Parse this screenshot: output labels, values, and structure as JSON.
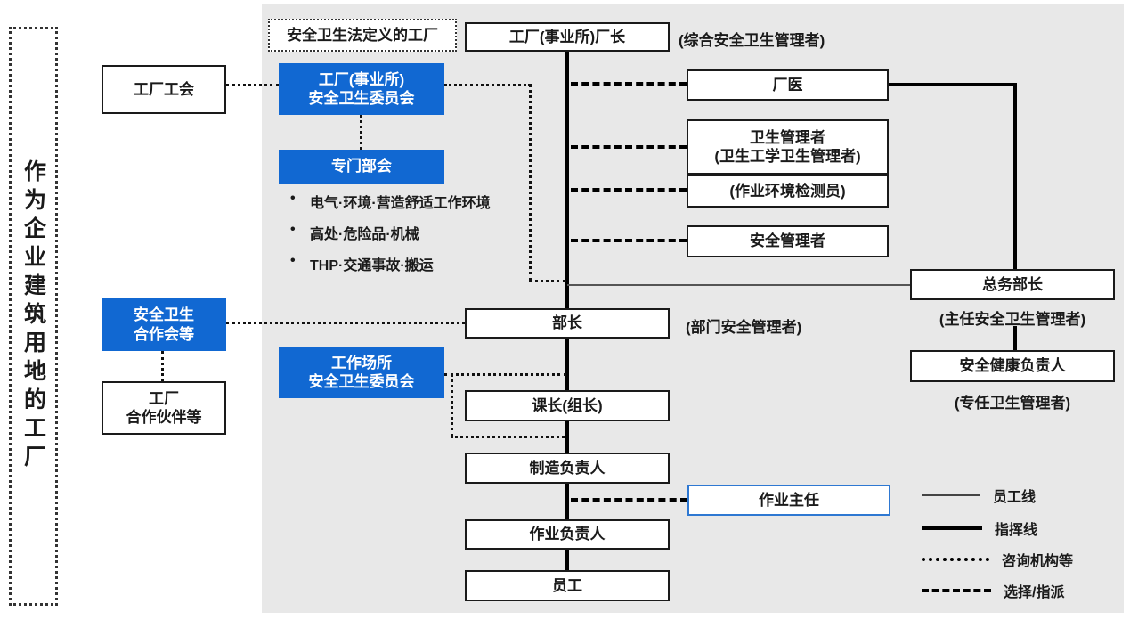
{
  "colors": {
    "panel_bg": "#e8e8e8",
    "accent_blue": "#1168d2",
    "highlight_border_blue": "#2e78d2",
    "line_black": "#000000",
    "thin_line_gray": "#555555"
  },
  "left_frame": {
    "label": "作为企业建筑用地的工厂"
  },
  "top": {
    "legal_definition": "安全卫生法定义的工厂",
    "factory_head": "工厂(事业所)厂长",
    "factory_head_note": "(综合安全卫生管理者)"
  },
  "left_column": {
    "union": "工厂工会",
    "coop_council": "安全卫生\n合作会等",
    "factory_partners": "工厂\n合作伙伴等"
  },
  "committees": {
    "plant_committee": "工厂(事业所)\n安全卫生委员会",
    "special_subcommittee": "专门部会",
    "workplace_committee": "工作场所\n安全卫生委员会",
    "subcommittee_topics": [
      "电气·环境·营造舒适工作环境",
      "高处·危险品·机械",
      "THP·交通事故·搬运"
    ]
  },
  "command_chain": {
    "dept_head": "部长",
    "dept_head_note": "(部门安全管理者)",
    "section_chief": "课长(组长)",
    "manufacturing_responsible": "制造负责人",
    "operation_responsible": "作业负责人",
    "employees": "员工"
  },
  "appointed": {
    "doctor": "厂医",
    "hygiene_manager": "卫生管理者\n(卫生工学卫生管理者)",
    "env_inspector": "(作业环境检测员)",
    "safety_manager": "安全管理者",
    "operation_chief": "作业主任"
  },
  "right_column": {
    "general_affairs_head": "总务部长",
    "general_affairs_note": "(主任安全卫生管理者)",
    "safety_health_responsible": "安全健康负责人",
    "safety_health_note": "(专任卫生管理者)"
  },
  "legend": {
    "items": [
      {
        "style": "thin-solid",
        "label": "员工线"
      },
      {
        "style": "thick-solid",
        "label": "指挥线"
      },
      {
        "style": "dotted",
        "label": "咨询机构等"
      },
      {
        "style": "dashed",
        "label": "选择/指派"
      }
    ]
  }
}
